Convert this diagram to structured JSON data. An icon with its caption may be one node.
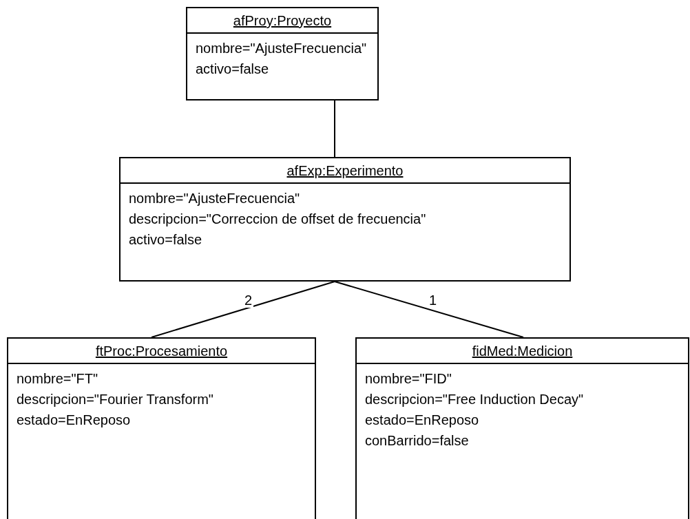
{
  "diagram": {
    "nodes": [
      {
        "text": [
          "afProy:Proyecto",
          "nombre=\"AjusteFrecuencia\"",
          "activo=false"
        ]
      },
      {
        "text": [
          "afExp:Experimento",
          "nombre=\"AjusteFrecuencia\"",
          "descripcion=\"Correccion de offset de frecuencia\"",
          "activo=false"
        ]
      },
      {
        "text": [
          "ftProc:Procesamiento",
          "nombre=\"FT\"",
          "descripcion=\"Fourier Transform\"",
          "estado=EnReposo"
        ]
      },
      {
        "text": [
          "fidMed:Medicion",
          "nombre=\"FID\"",
          "descripcion=\"Free Induction Decay\"",
          "estado=EnReposo",
          "conBarrido=false"
        ]
      }
    ],
    "edges": [
      {
        "from": 0,
        "to": 1,
        "arrow": "none"
      },
      {
        "from": 1,
        "to": 2,
        "arrow": "none",
        "label": "2"
      },
      {
        "from": 1,
        "to": 3,
        "arrow": "none",
        "label": "1"
      }
    ]
  }
}
